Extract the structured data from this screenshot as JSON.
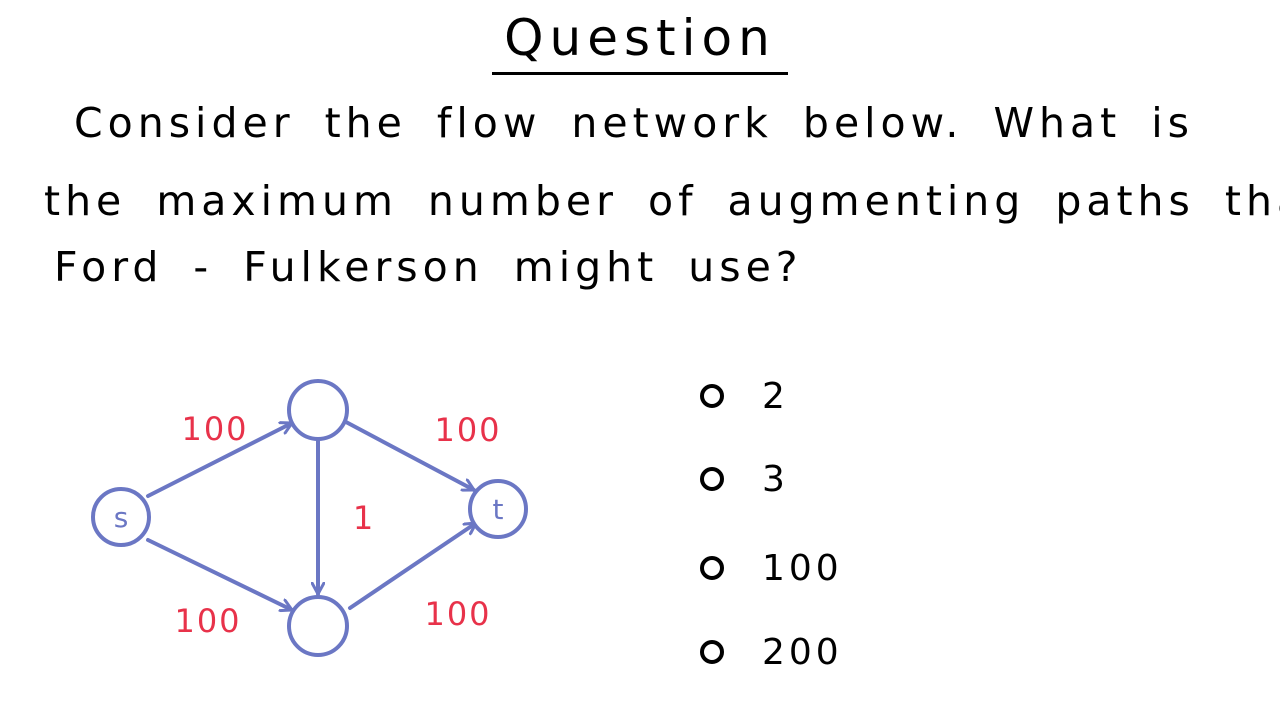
{
  "heading": "Question",
  "question_lines": [
    "Consider the flow network below. What is",
    "the maximum number of augmenting paths that",
    "Ford - Fulkerson might use?"
  ],
  "network": {
    "nodes": [
      {
        "id": "s",
        "label": "s"
      },
      {
        "id": "top",
        "label": ""
      },
      {
        "id": "bottom",
        "label": ""
      },
      {
        "id": "t",
        "label": "t"
      }
    ],
    "edges": [
      {
        "from": "s",
        "to": "top",
        "capacity": "100"
      },
      {
        "from": "s",
        "to": "bottom",
        "capacity": "100"
      },
      {
        "from": "top",
        "to": "bottom",
        "capacity": "1"
      },
      {
        "from": "top",
        "to": "t",
        "capacity": "100"
      },
      {
        "from": "bottom",
        "to": "t",
        "capacity": "100"
      }
    ]
  },
  "options": [
    "2",
    "3",
    "100",
    "200"
  ],
  "colors": {
    "ink": "#000000",
    "graph": "#6b77c4",
    "capacity": "#e8324a"
  }
}
